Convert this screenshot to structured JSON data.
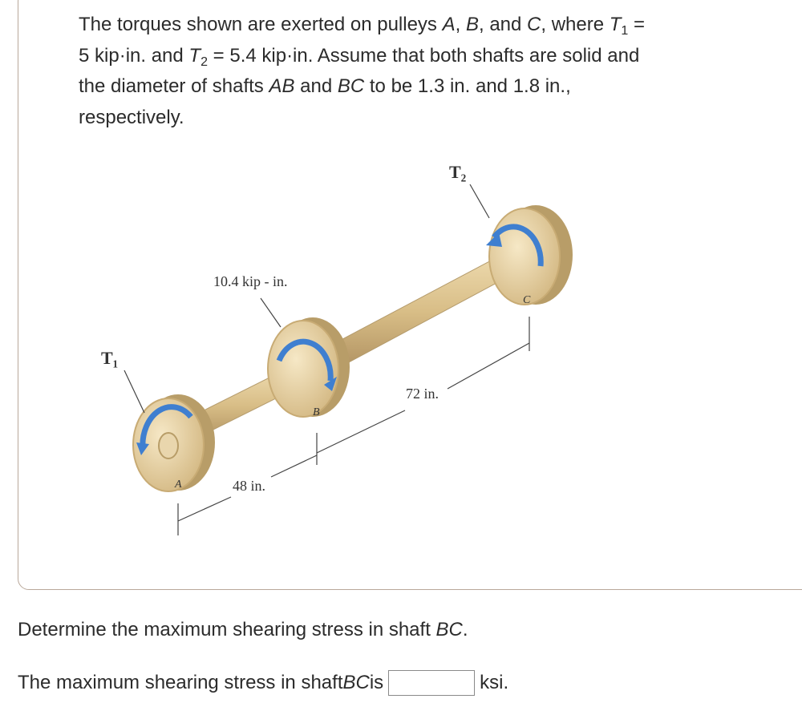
{
  "problem": {
    "l1a": "The torques shown are exerted on pulleys ",
    "A": "A",
    "c1": ", ",
    "B": "B",
    "c2": ", and ",
    "C": "C",
    "l1b": ", where ",
    "T": "T",
    "s1": "1",
    "eq1": " = ",
    "l2a": "5 kip·in. and ",
    "T2": "T",
    "s2": "2",
    "l2b": " = 5.4 kip·in. Assume that both shafts are solid and",
    "l3a": "the diameter of shafts ",
    "AB": "AB",
    "and": " and ",
    "BC": "BC",
    "l3b": " to be 1.3 in. and 1.8 in.,",
    "l4": "respectively."
  },
  "figure": {
    "t1": "T₁",
    "t2": "T₂",
    "torque_b": "10.4 kip - in.",
    "len_ab": "48 in.",
    "len_bc": "72 in.",
    "la": "A",
    "lb": "B",
    "lc": "C",
    "colors": {
      "pulley": "#d8be8a",
      "pulley_dark": "#b39a66",
      "shaft": "#d9c08a",
      "arrow": "#3f7fd0"
    }
  },
  "question": {
    "a": "Determine the maximum shearing stress in shaft ",
    "BC": "BC",
    "end": "."
  },
  "answer": {
    "pre": "The maximum shearing stress in shaft ",
    "BC": "BC",
    "is": " is",
    "unit": "ksi."
  }
}
